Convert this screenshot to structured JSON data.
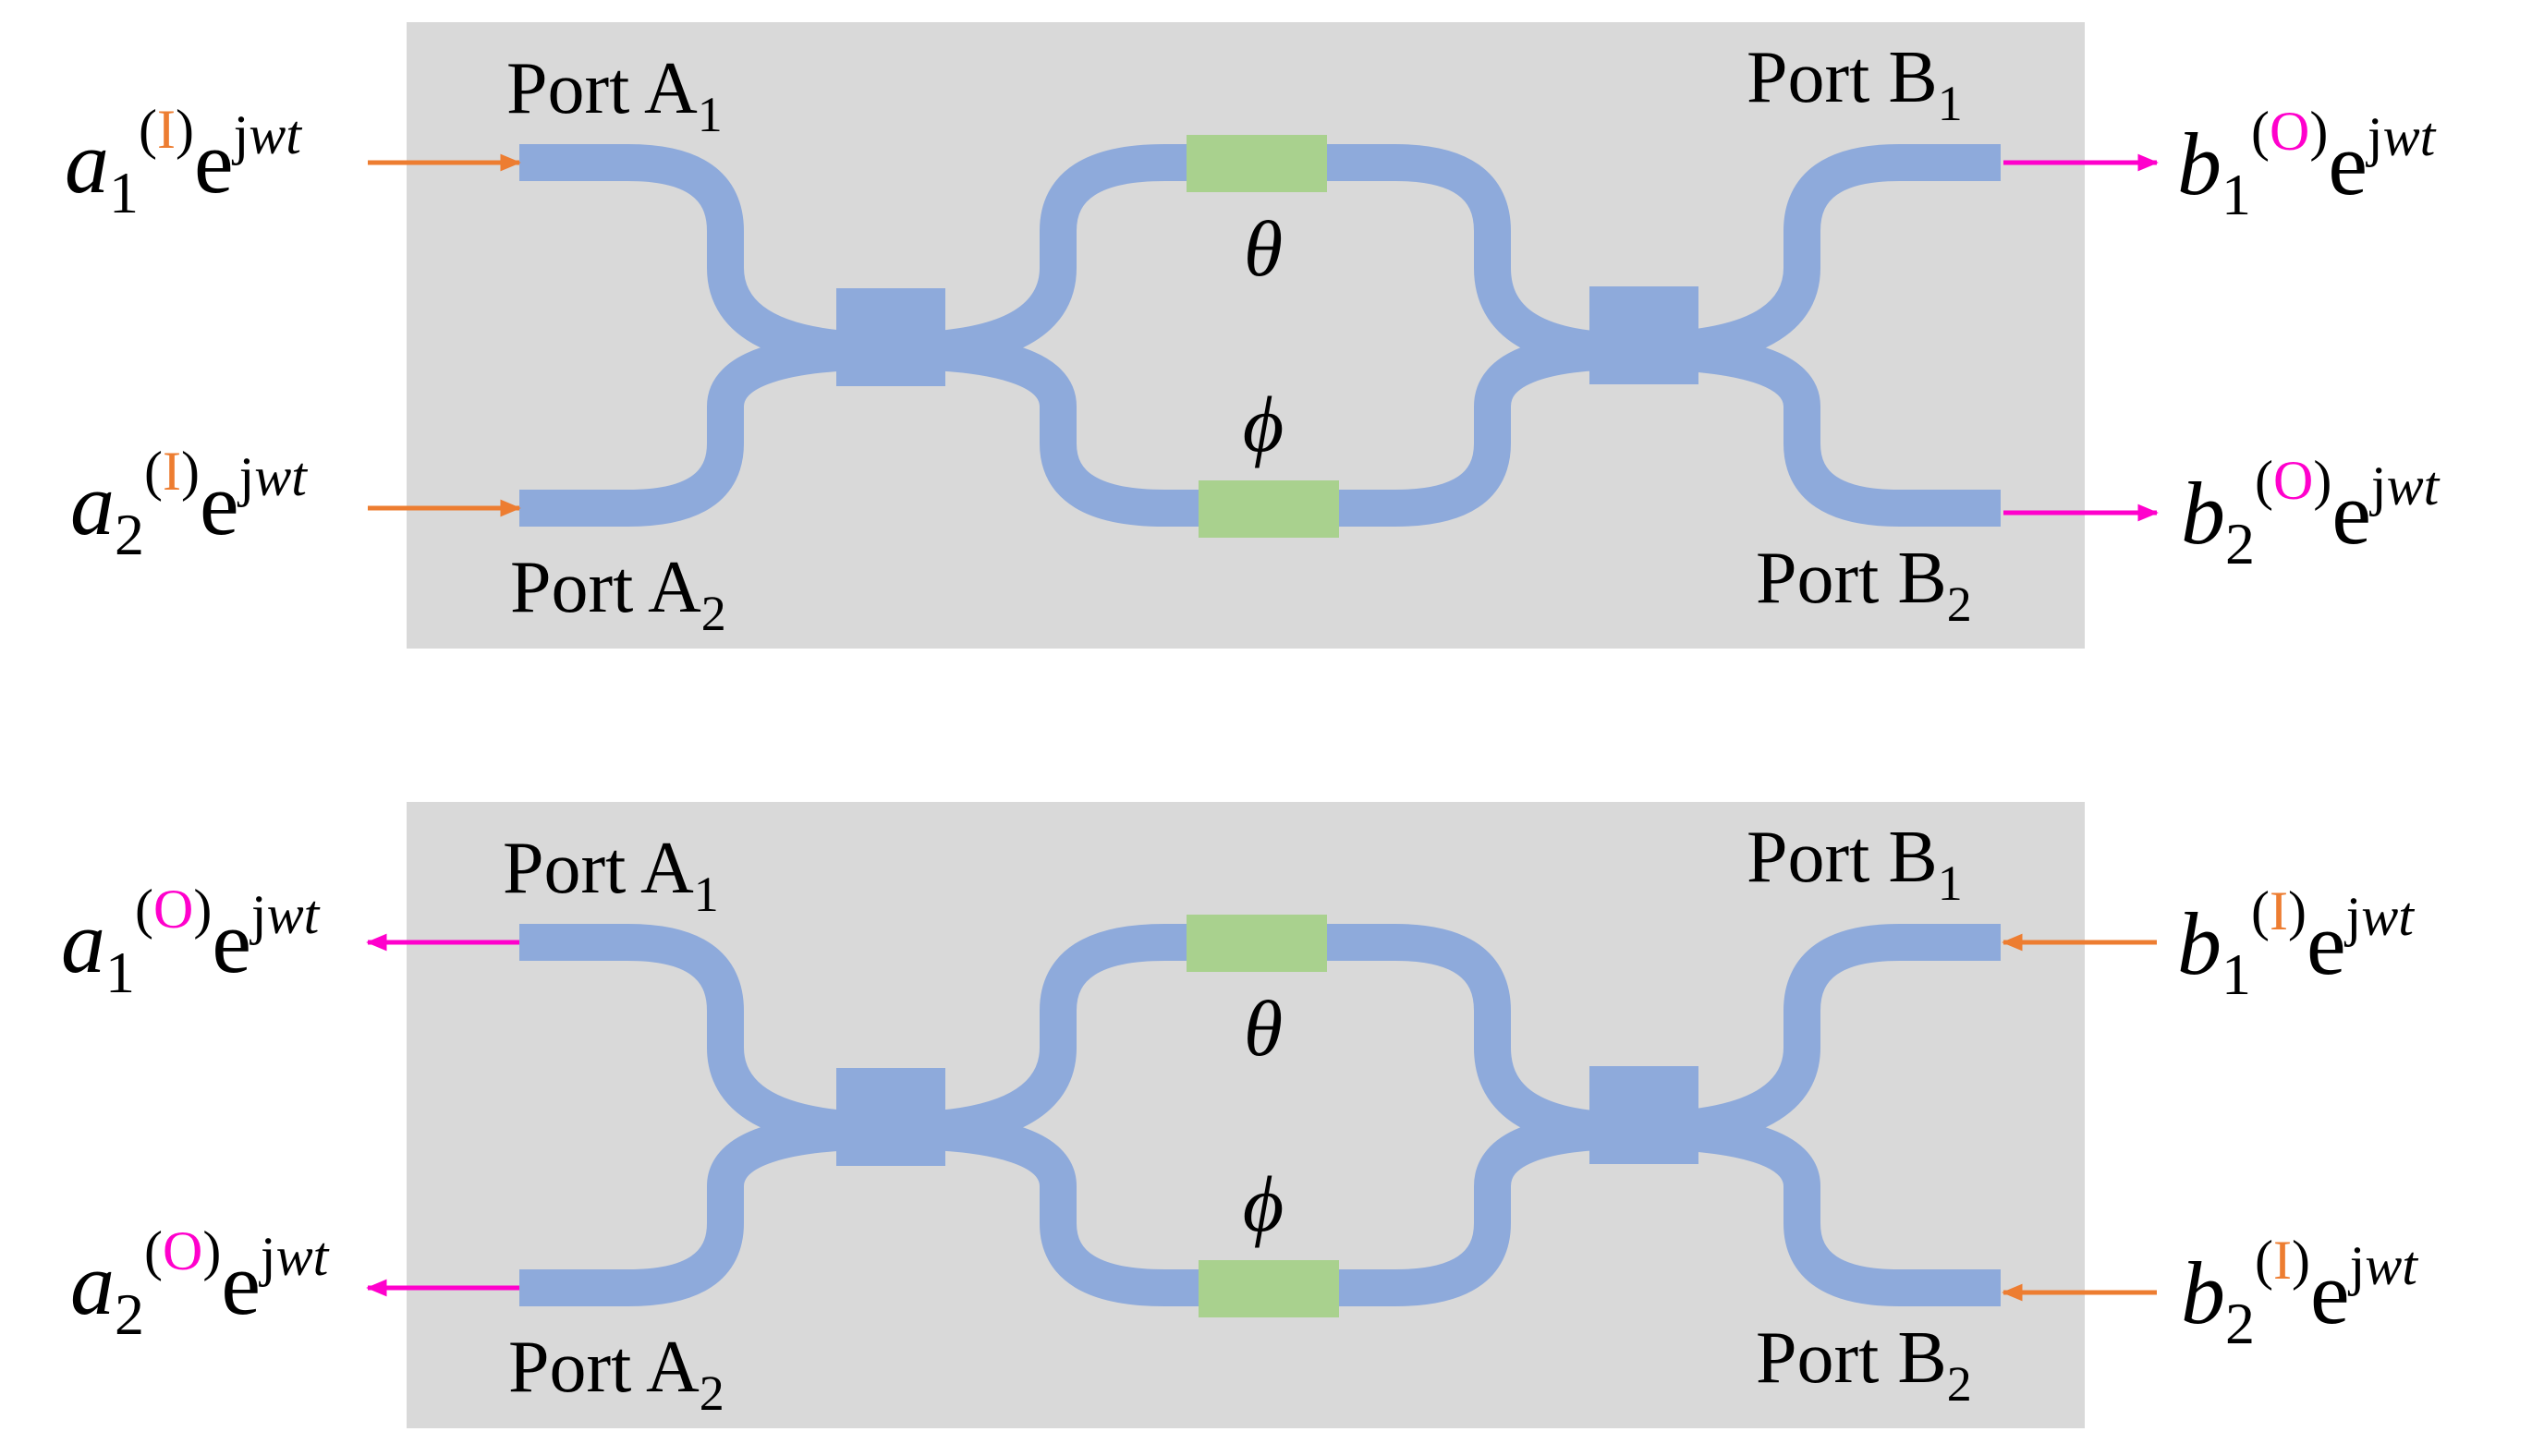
{
  "colors": {
    "panel": "#d9d9d9",
    "waveguide": "#8eaadb",
    "phase_shifter": "#a9d18e",
    "input_arrow": "#ed7d31",
    "output_arrow": "#ff00cc",
    "text": "#000000"
  },
  "panels": [
    {
      "port_a1": {
        "base": "Port A",
        "sub": "1"
      },
      "port_a2": {
        "base": "Port A",
        "sub": "2"
      },
      "port_b1": {
        "base": "Port B",
        "sub": "1"
      },
      "port_b2": {
        "base": "Port B",
        "sub": "2"
      },
      "theta": "θ",
      "phi": "ϕ",
      "left_signals": [
        {
          "var": "a",
          "sub": "1",
          "paren_open": "(",
          "mode": "I",
          "paren_close": ")",
          "e": "e",
          "exp_j": "j",
          "exp_wt": "wt",
          "direction": "in"
        },
        {
          "var": "a",
          "sub": "2",
          "paren_open": "(",
          "mode": "I",
          "paren_close": ")",
          "e": "e",
          "exp_j": "j",
          "exp_wt": "wt",
          "direction": "in"
        }
      ],
      "right_signals": [
        {
          "var": "b",
          "sub": "1",
          "paren_open": "(",
          "mode": "O",
          "paren_close": ")",
          "e": "e",
          "exp_j": "j",
          "exp_wt": "wt",
          "direction": "out"
        },
        {
          "var": "b",
          "sub": "2",
          "paren_open": "(",
          "mode": "O",
          "paren_close": ")",
          "e": "e",
          "exp_j": "j",
          "exp_wt": "wt",
          "direction": "out"
        }
      ]
    },
    {
      "port_a1": {
        "base": "Port A",
        "sub": "1"
      },
      "port_a2": {
        "base": "Port A",
        "sub": "2"
      },
      "port_b1": {
        "base": "Port B",
        "sub": "1"
      },
      "port_b2": {
        "base": "Port B",
        "sub": "2"
      },
      "theta": "θ",
      "phi": "ϕ",
      "left_signals": [
        {
          "var": "a",
          "sub": "1",
          "paren_open": "(",
          "mode": "O",
          "paren_close": ")",
          "e": "e",
          "exp_j": "j",
          "exp_wt": "wt",
          "direction": "out"
        },
        {
          "var": "a",
          "sub": "2",
          "paren_open": "(",
          "mode": "O",
          "paren_close": ")",
          "e": "e",
          "exp_j": "j",
          "exp_wt": "wt",
          "direction": "out"
        }
      ],
      "right_signals": [
        {
          "var": "b",
          "sub": "1",
          "paren_open": "(",
          "mode": "I",
          "paren_close": ")",
          "e": "e",
          "exp_j": "j",
          "exp_wt": "wt",
          "direction": "in"
        },
        {
          "var": "b",
          "sub": "2",
          "paren_open": "(",
          "mode": "I",
          "paren_close": ")",
          "e": "e",
          "exp_j": "j",
          "exp_wt": "wt",
          "direction": "in"
        }
      ]
    }
  ]
}
